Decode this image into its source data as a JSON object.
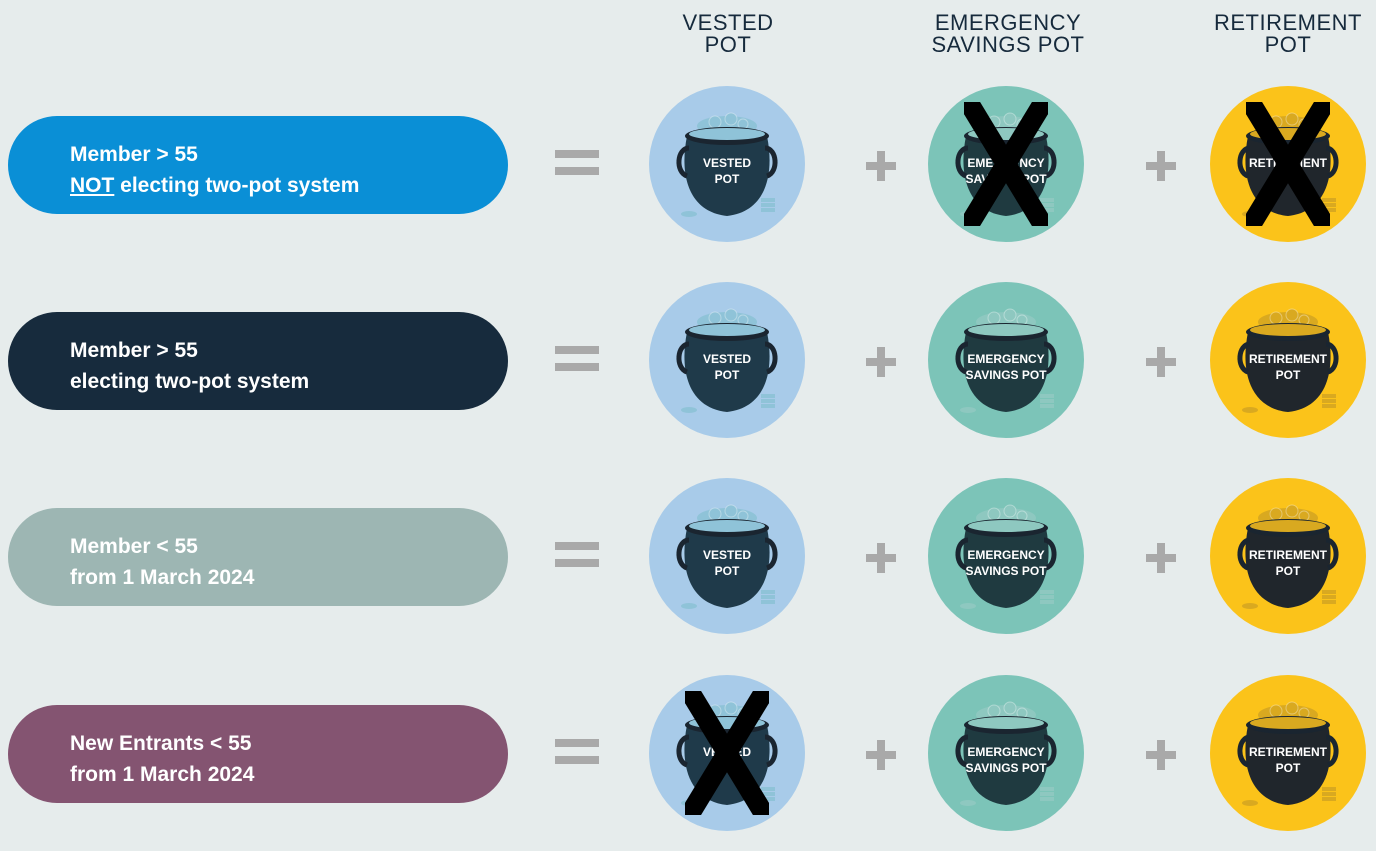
{
  "columns": [
    {
      "line1": "VESTED",
      "line2": "POT"
    },
    {
      "line1": "EMERGENCY",
      "line2": "SAVINGS POT"
    },
    {
      "line1": "RETIREMENT",
      "line2": "POT"
    }
  ],
  "pots": {
    "vested": {
      "line1": "VESTED",
      "line2": "POT"
    },
    "emergency": {
      "line1": "EMERGENCY",
      "line2": "SAVINGS POT"
    },
    "retirement": {
      "line1": "RETIREMENT",
      "line2": "POT"
    }
  },
  "colors": {
    "background": "#e6ecec",
    "vested_circle": "#a8cbe9",
    "emergency_circle": "#7cc4b8",
    "retirement_circle": "#fbc31a",
    "operator": "#a9a9a9",
    "heading": "#162a3c"
  },
  "icons": [
    "equals-icon",
    "plus-icon",
    "pot-of-coins-icon",
    "cross-mark-icon"
  ],
  "rows": [
    {
      "label_underlined": "NOT",
      "label_line1": "Member > 55",
      "label_line2": " electing two-pot system",
      "color": "#0a8fd6",
      "excluded": [
        "emergency",
        "retirement"
      ]
    },
    {
      "label_line1": "Member > 55",
      "label_line2": "electing two-pot system",
      "color": "#172b3d",
      "excluded": []
    },
    {
      "label_line1": "Member < 55",
      "label_line2": "from 1 March 2024",
      "color": "#9db6b3",
      "excluded": []
    },
    {
      "label_line1": "New Entrants < 55",
      "label_line2": "from 1 March 2024",
      "color": "#845471",
      "excluded": [
        "vested"
      ]
    }
  ]
}
